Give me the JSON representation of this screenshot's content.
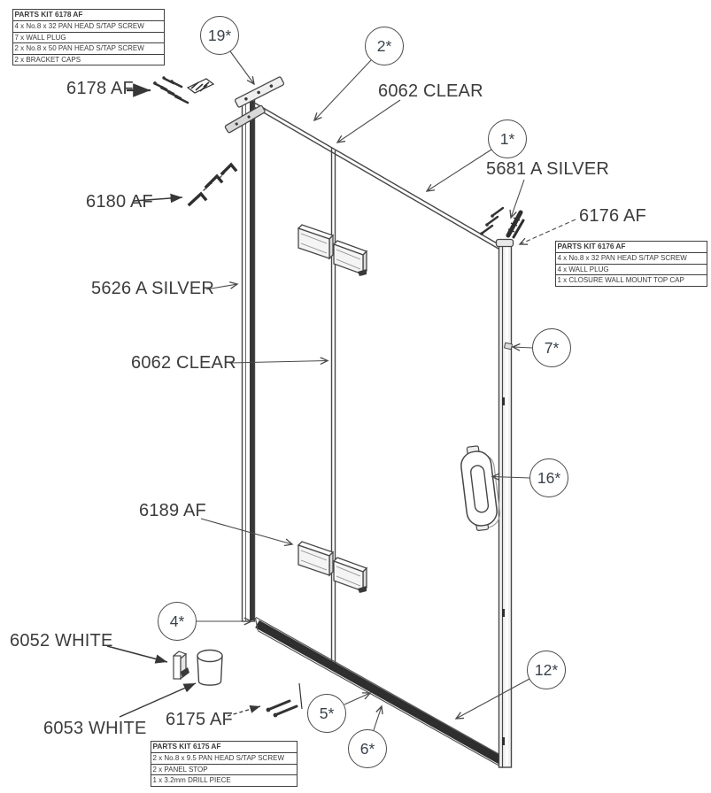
{
  "colors": {
    "ink": "#3f3f3f",
    "line": "#474747",
    "background": "#ffffff"
  },
  "tables": {
    "kit6178": {
      "header": "PARTS KIT 6178 AF",
      "rows": [
        "4 x No.8 x 32 PAN HEAD S/TAP SCREW",
        "7 x WALL PLUG",
        "2 x No.8 x 50 PAN HEAD S/TAP SCREW",
        "2 x BRACKET CAPS"
      ]
    },
    "kit6176": {
      "header": "PARTS KIT 6176 AF",
      "rows": [
        "4 x No.8 x 32 PAN HEAD S/TAP SCREW",
        "4 x WALL PLUG",
        "1 x CLOSURE WALL MOUNT TOP CAP"
      ]
    },
    "kit6175": {
      "header": "PARTS KIT 6175 AF",
      "rows": [
        "2 x No.8 x 9.5 PAN HEAD S/TAP SCREW",
        "2 x PANEL STOP",
        "1 x 3.2mm DRILL PIECE"
      ]
    }
  },
  "labels": {
    "l6178": "6178 AF",
    "l6180": "6180 AF",
    "l5626": "5626 A SILVER",
    "l6062_mid": "6062 CLEAR",
    "l6062_top": "6062 CLEAR",
    "l5681": "5681 A SILVER",
    "l6176": "6176 AF",
    "l6189": "6189 AF",
    "l6052": "6052 WHITE",
    "l6053": "6053 WHITE",
    "l6175": "6175 AF"
  },
  "callouts": {
    "c19": "19*",
    "c2": "2*",
    "c1": "1*",
    "c7": "7*",
    "c16": "16*",
    "c4": "4*",
    "c5": "5*",
    "c6": "6*",
    "c12": "12*"
  }
}
